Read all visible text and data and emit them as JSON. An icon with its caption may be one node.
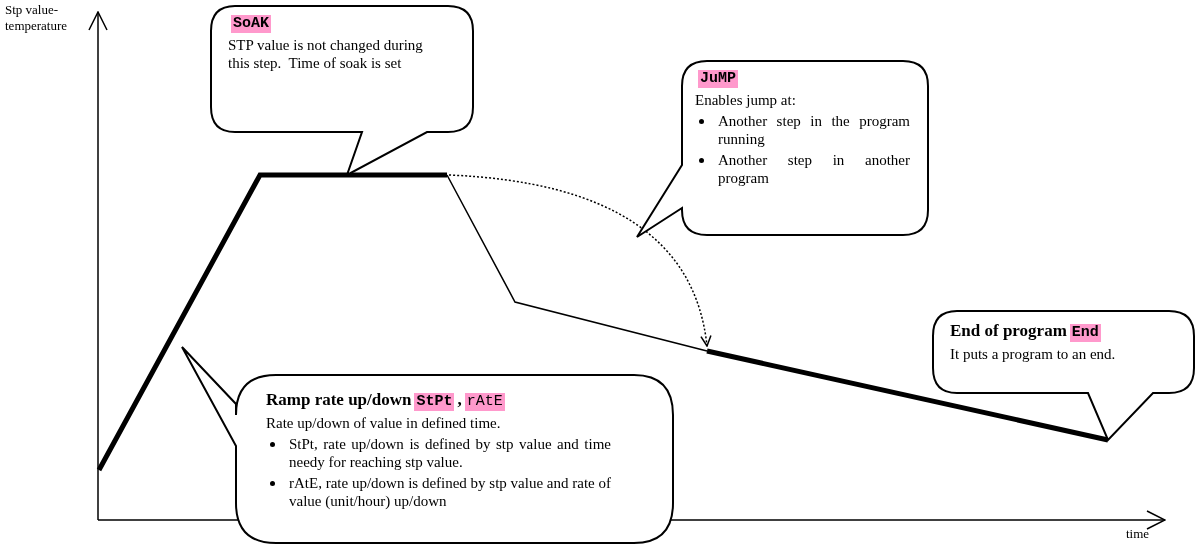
{
  "diagram": {
    "nodes": [
      {
        "text": [
          "SoAK",
          "STP value is not changed during this step.  Time of soak is set"
        ]
      },
      {
        "text": [
          "JuMP",
          "Enables jump at:",
          "Another step in the program running",
          "Another step in another program"
        ]
      },
      {
        "text": [
          "Ramp rate up/down",
          "StPt",
          ",",
          "rAtE",
          "Rate up/down of value in defined time.",
          "StPt, rate up/down is defined by stp value and time needy for reaching stp value.",
          "rAtE, rate up/down is defined by stp value and rate of value (unit/hour) up/down"
        ]
      },
      {
        "text": [
          "End of program",
          "End",
          "It puts a program to an end."
        ]
      }
    ],
    "labels": [
      "Stp value-temperature",
      "time"
    ]
  }
}
